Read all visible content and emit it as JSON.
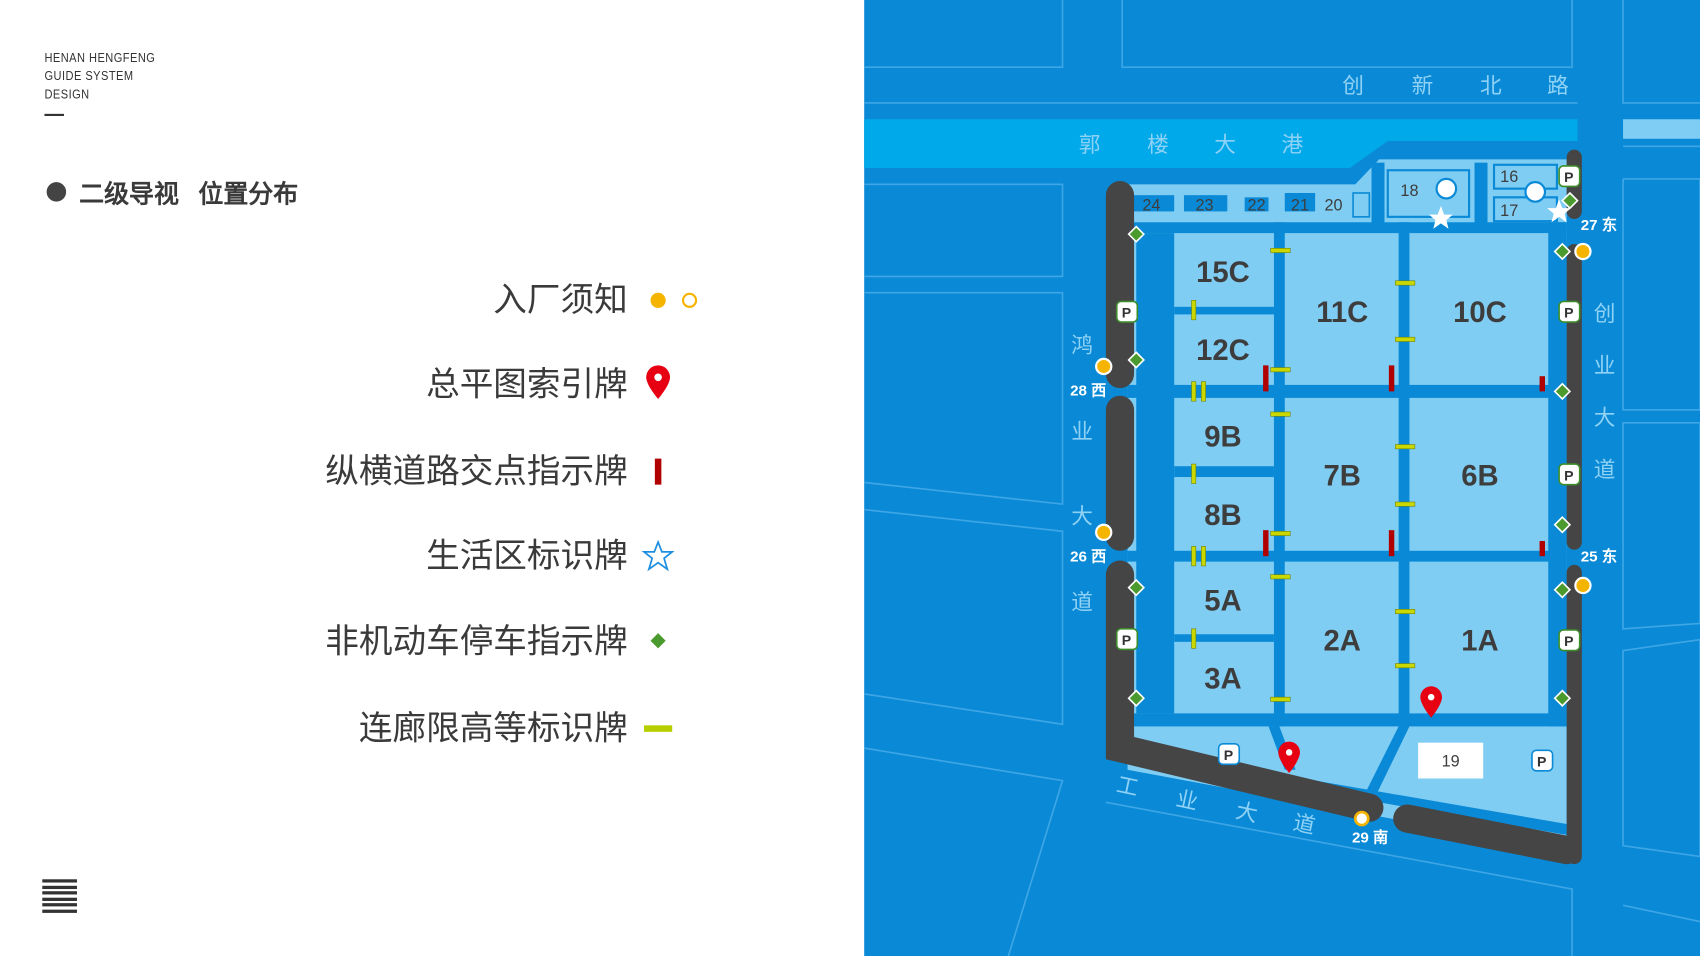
{
  "brand": {
    "line1": "HENAN HENGFENG",
    "line2": "GUIDE SYSTEM",
    "line3": "DESIGN"
  },
  "title": {
    "part1": "二级导视",
    "part2": "位置分布"
  },
  "legend": [
    {
      "label": "入厂须知",
      "icon": "orange-dot-and-ring-icon",
      "color": "#f5b400"
    },
    {
      "label": "总平图索引牌",
      "icon": "red-pin-icon",
      "color": "#e60012"
    },
    {
      "label": "纵横道路交点指示牌",
      "icon": "red-bar-icon",
      "color": "#b00000"
    },
    {
      "label": "生活区标识牌",
      "icon": "star-outline-icon",
      "color": "#1e8fe0"
    },
    {
      "label": "非机动车停车指示牌",
      "icon": "green-diamond-icon",
      "color": "#4a9a2e"
    },
    {
      "label": "连廊限高等标识牌",
      "icon": "yellow-green-bar-icon",
      "color": "#b7cf00"
    }
  ],
  "map": {
    "colors": {
      "water": "#0a8ad6",
      "canal": "#00a9ea",
      "site": "#80cdf4",
      "boundary": "#454545"
    },
    "roads": {
      "north": [
        "创",
        "新",
        "北",
        "路"
      ],
      "canal": [
        "郭",
        "楼",
        "大",
        "港"
      ],
      "west": [
        "鸿",
        "业",
        "大",
        "道"
      ],
      "east": [
        "创",
        "业",
        "大",
        "道"
      ],
      "south": [
        "工",
        "业",
        "大",
        "道"
      ]
    },
    "gates": {
      "g27": "27 东",
      "g28": "28 西",
      "g26": "26 西",
      "g25": "25 东",
      "g29": "29 南"
    },
    "buildings": {
      "b15c": "15C",
      "b12c": "12C",
      "b11c": "11C",
      "b10c": "10C",
      "b9b": "9B",
      "b8b": "8B",
      "b7b": "7B",
      "b6b": "6B",
      "b5a": "5A",
      "b3a": "3A",
      "b2a": "2A",
      "b1a": "1A",
      "b24": "24",
      "b23": "23",
      "b22": "22",
      "b21": "21",
      "b20": "20",
      "b18": "18",
      "b16": "16",
      "b17": "17",
      "b19": "19"
    },
    "parking_label": "P"
  }
}
